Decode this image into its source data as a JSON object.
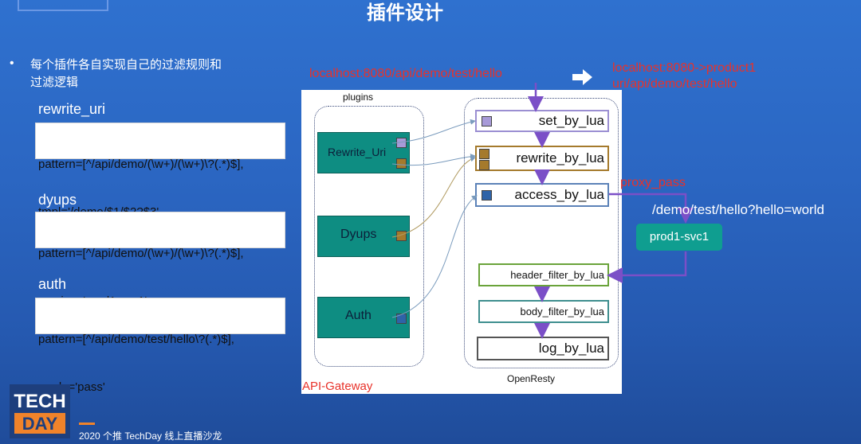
{
  "slide": {
    "title": "插件设计",
    "bullet": "每个插件各自实现自己的过滤规则和过滤逻辑",
    "footer": "2020 个推 TechDay 线上直播沙龙",
    "logo": {
      "line1": "TECH",
      "line2": "DAY"
    }
  },
  "configs": [
    {
      "name": "rewrite_uri",
      "line1": "pattern=[^/api/demo/(\\w+)/(\\w+)\\?(.*)$],",
      "line2": "tmpl='/demo/$1/$2?$3'"
    },
    {
      "name": "dyups",
      "line1": "pattern=[^/api/demo/(\\w+)/(\\w+)\\?(.*)$],",
      "line2": "service='prod1-svc1'"
    },
    {
      "name": "auth",
      "line1": "pattern=[^/api/demo/test/hello\\?(.*)$],",
      "line2": "mode='pass'"
    }
  ],
  "diagram": {
    "request_url": "localhost:8080/api/demo/test/hello",
    "rewritten_line1": "localhost:8080->product1",
    "rewritten_line2": "uri/api/demo/test/hello",
    "plugins_title": "plugins",
    "openresty_title": "OpenResty",
    "gateway_label": "API-Gateway",
    "plugins": [
      "Rewrite_Uri",
      "Dyups",
      "Auth"
    ],
    "phases": [
      "set_by_lua",
      "rewrite_by_lua",
      "access_by_lua",
      "header_filter_by_lua",
      "body_filter_by_lua",
      "log_by_lua"
    ],
    "proxy_pass": "proxy_pass",
    "upstream_path": "/demo/test/hello?hello=world",
    "service": "prod1-svc1"
  },
  "colors": {
    "background": "#2b66c2",
    "plugin_fill": "#0e8d82",
    "arrow": "#7b4fc7",
    "highlight_red": "#e8322a",
    "square_purple": "#a79ad8",
    "square_brown": "#a57a2c",
    "square_blue": "#2e63a8"
  }
}
